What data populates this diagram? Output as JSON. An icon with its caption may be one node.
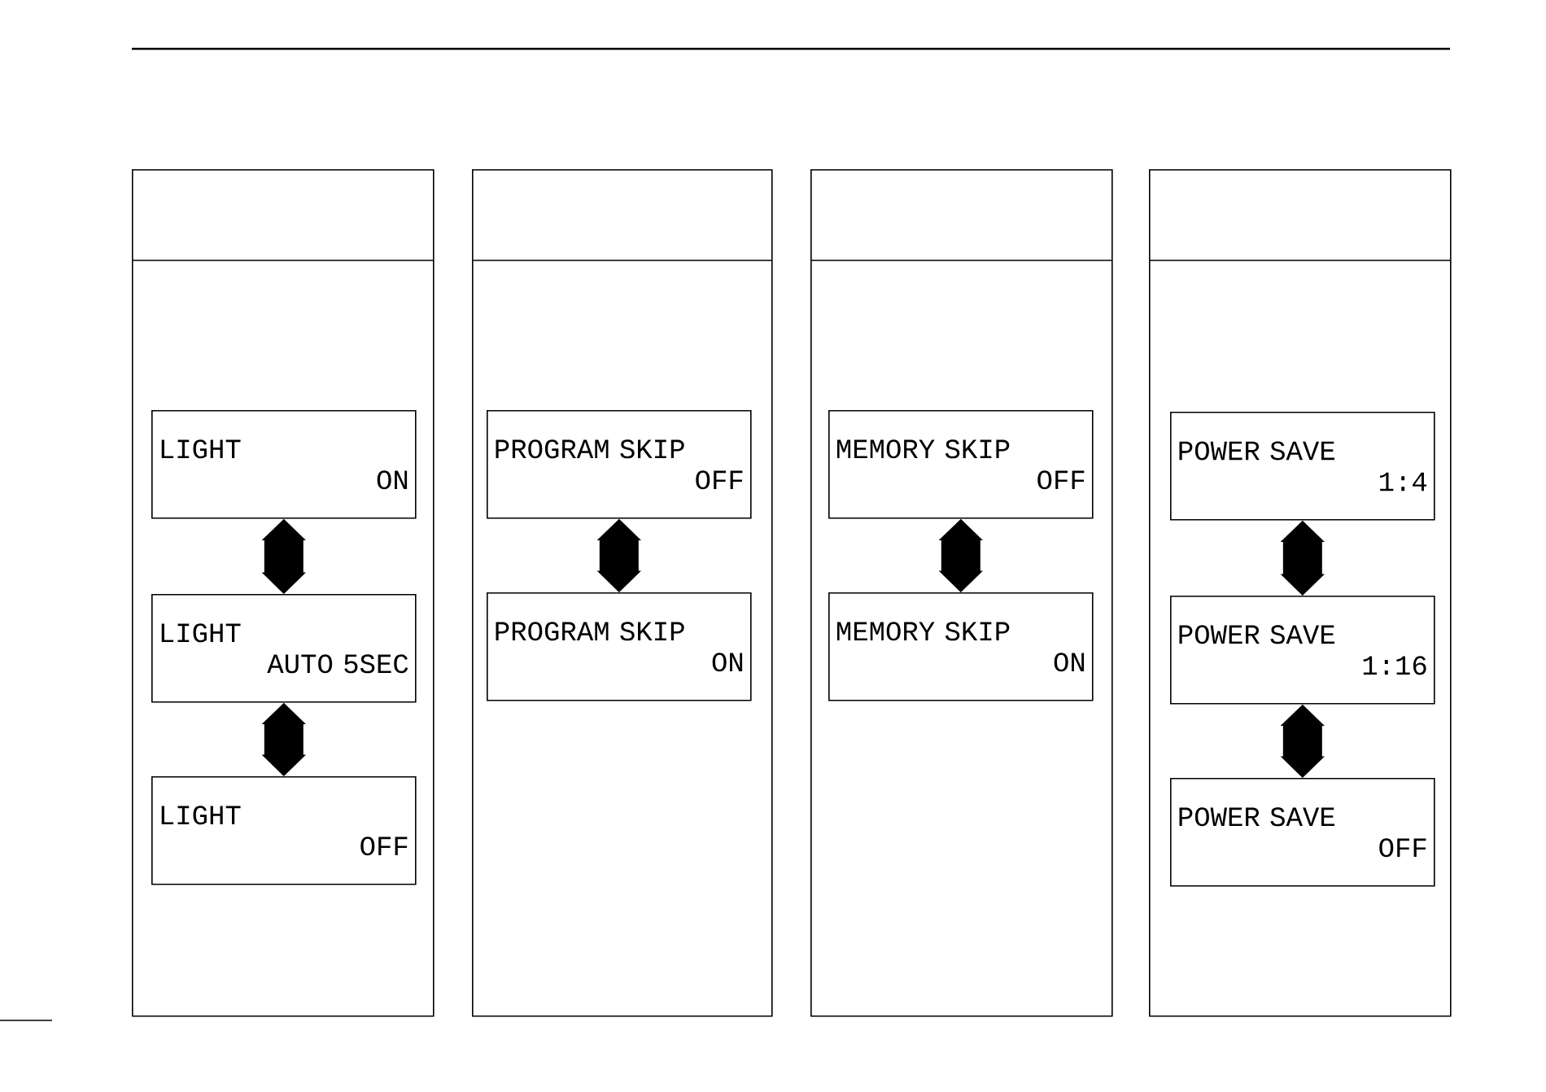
{
  "diagram": {
    "nodes": [
      {
        "text": [],
        "shape": "box"
      },
      {
        "text": [
          "LIGHT",
          "ON"
        ],
        "in": 0
      },
      {
        "text": [
          "LIGHT",
          "AUTO 5SEC"
        ],
        "in": 0
      },
      {
        "text": [
          "LIGHT",
          "OFF"
        ],
        "in": 0
      },
      {
        "text": [],
        "shape": "box"
      },
      {
        "text": [
          "PROGRAM SKIP",
          "OFF"
        ],
        "in": 4
      },
      {
        "text": [
          "PROGRAM SKIP",
          "ON"
        ],
        "in": 4
      },
      {
        "text": [],
        "shape": "box"
      },
      {
        "text": [
          "MEMORY SKIP",
          "OFF"
        ],
        "in": 7
      },
      {
        "text": [
          "MEMORY SKIP",
          "ON"
        ],
        "in": 7
      },
      {
        "text": [],
        "shape": "box"
      },
      {
        "text": [
          "POWER SAVE",
          "1:4"
        ],
        "in": 10
      },
      {
        "text": [
          "POWER SAVE",
          "1:16"
        ],
        "in": 10
      },
      {
        "text": [
          "POWER SAVE",
          "OFF"
        ],
        "in": 10
      }
    ],
    "edges": [
      {
        "from": 1,
        "to": 2,
        "arrow": "both"
      },
      {
        "from": 2,
        "to": 3,
        "arrow": "both"
      },
      {
        "from": 5,
        "to": 6,
        "arrow": "both"
      },
      {
        "from": 8,
        "to": 9,
        "arrow": "both"
      },
      {
        "from": 11,
        "to": 12,
        "arrow": "both"
      },
      {
        "from": 12,
        "to": 13,
        "arrow": "both"
      }
    ]
  }
}
